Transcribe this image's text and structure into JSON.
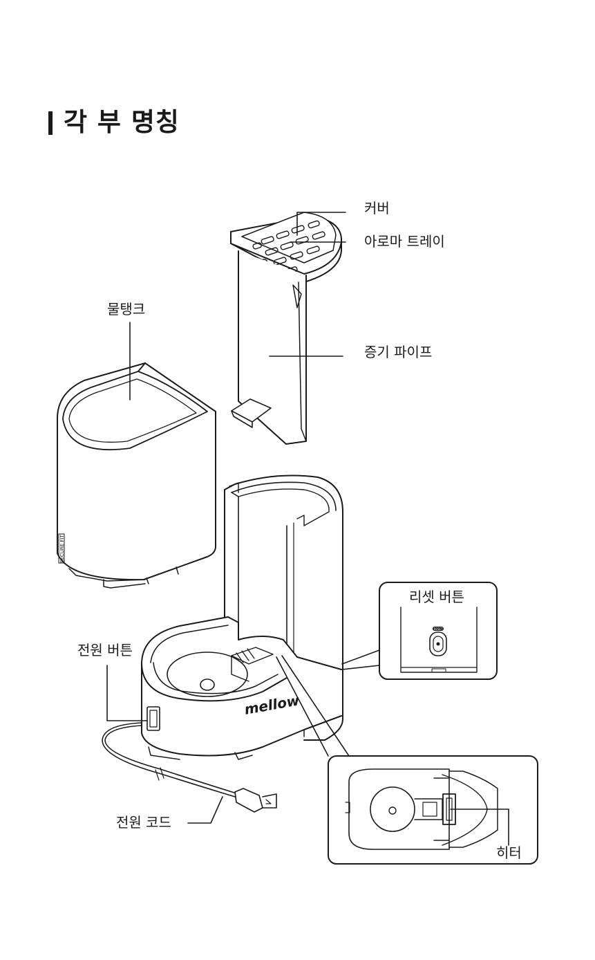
{
  "title": "각 부 명칭",
  "labels": {
    "cover": "커버",
    "aroma_tray": "아로마 트레이",
    "water_tank": "물탱크",
    "steam_pipe": "증기 파이프",
    "reset_button": "리셋 버튼",
    "power_button": "전원 버튼",
    "power_cord": "전원 코드",
    "heater": "히터"
  },
  "brand": "mellow",
  "tank_mark": "SECURE FIT",
  "reset_mark": "RESET"
}
